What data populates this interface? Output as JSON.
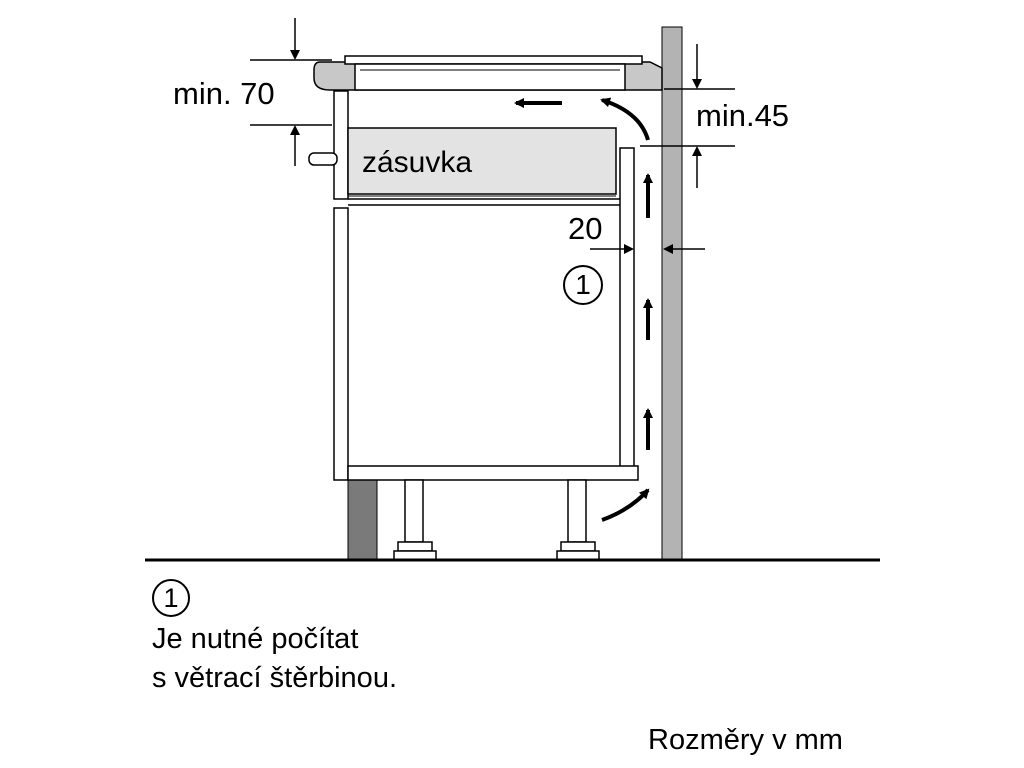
{
  "labels": {
    "min_top": "min. 70",
    "min_side": "min.45",
    "drawer": "zásuvka",
    "gap": "20",
    "callout": "1"
  },
  "legend": {
    "marker": "1",
    "line1": "Je nutné počítat",
    "line2": "s větrací štěrbinou."
  },
  "units_note": "Rozměry v mm",
  "colors": {
    "wall": "#b3b3b3",
    "plinth": "#7a7a7a",
    "drawer_face": "#e3e3e3",
    "cooktop_trim": "#c8c8c8"
  }
}
